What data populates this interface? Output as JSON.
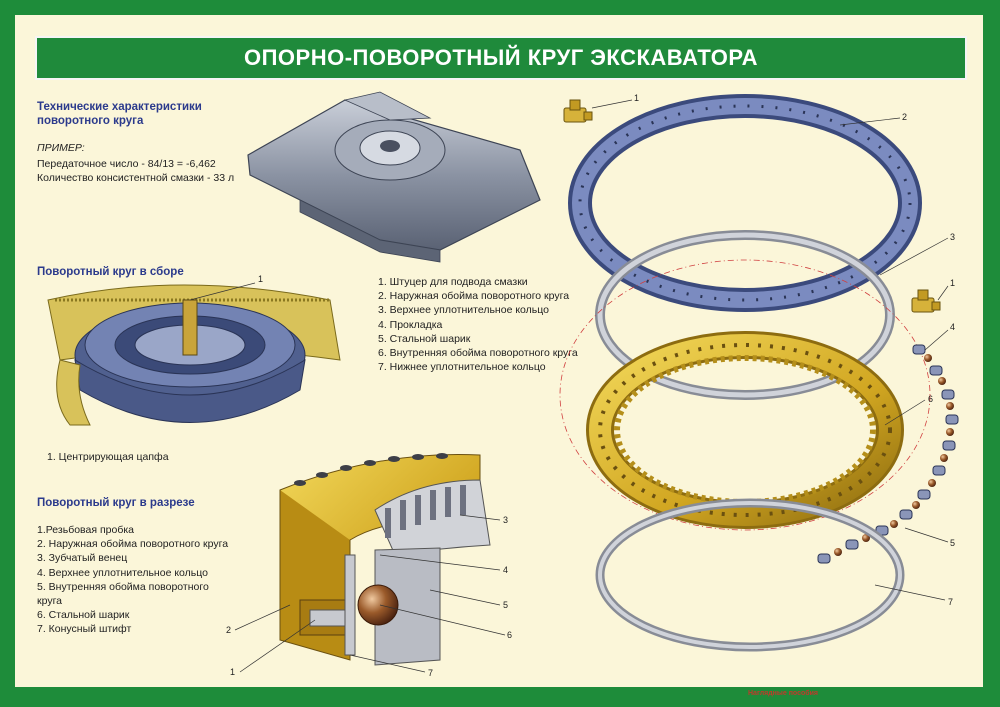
{
  "title": "ОПОРНО-ПОВОРОТНЫЙ КРУГ ЭКСКАВАТОРА",
  "specs": {
    "heading_line1": "Технические характеристики",
    "heading_line2": "поворотного круга",
    "example_label": "ПРИМЕР:",
    "line1": "Передаточное число - 84/13 = -6,462",
    "line2": "Количество консистентной смазки - 33 л"
  },
  "assembly": {
    "heading": "Поворотный круг в сборе",
    "callout": "1",
    "caption": "1. Центрирующая цапфа"
  },
  "exploded_legend": [
    "1. Штуцер для подвода смазки",
    "2. Наружная обойма поворотного круга",
    "3. Верхнее уплотнительное кольцо",
    "4. Прокладка",
    "5. Стальной шарик",
    "6. Внутренняя обойма поворотного круга",
    "7. Нижнее уплотнительное кольцо"
  ],
  "section": {
    "heading": "Поворотный круг в разрезе",
    "legend": [
      "1.Резьбовая пробка",
      "2. Наружная обойма поворотного круга",
      "3. Зубчатый венец",
      "4. Верхнее уплотнительное кольцо",
      "5. Внутренняя обойма поворотного",
      "круга",
      "6. Стальной шарик",
      "7. Конусный штифт"
    ],
    "callouts": [
      "3",
      "4",
      "5",
      "6",
      "7",
      "2",
      "1"
    ]
  },
  "exploded_callouts": [
    "1",
    "2",
    "3",
    "1",
    "4",
    "6",
    "5",
    "7"
  ],
  "brand": "Наглядные пособия",
  "colors": {
    "frame_green": "#1e8c3a",
    "background": "#fbf6d9",
    "heading_blue": "#2b3a8c",
    "ring_blue": "#5b6fa8",
    "ring_gold": "#d9b52a",
    "ring_silver": "#b9bcc4"
  }
}
